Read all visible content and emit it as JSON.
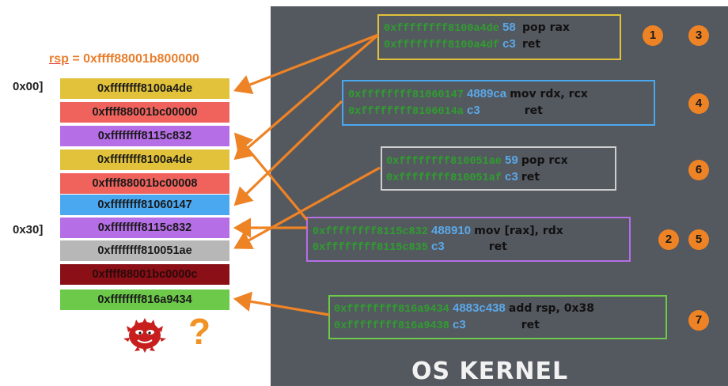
{
  "rsp": {
    "name": "rsp",
    "rest": " = 0xffff88001b800000"
  },
  "offsets": [
    "0x00]",
    "0x30]"
  ],
  "stack": [
    {
      "value": "0xffffffff8100a4de",
      "color": "#e2c23a",
      "text": "#1a1a1a"
    },
    {
      "value": "0xffff88001bc00000",
      "color": "#f0635c",
      "text": "#1a1a1a"
    },
    {
      "value": "0xffffffff8115c832",
      "color": "#b56ee6",
      "text": "#1a1a1a"
    },
    {
      "value": "0xffffffff8100a4de",
      "color": "#e2c23a",
      "text": "#1a1a1a"
    },
    {
      "value": "0xffff88001bc00008",
      "color": "#f0635c",
      "text": "#1a1a1a"
    },
    {
      "value": "0xffffffff81060147",
      "color": "#4aa8f0",
      "text": "#1a1a1a"
    },
    {
      "value": "0xffffffff8115c832",
      "color": "#b56ee6",
      "text": "#1a1a1a"
    },
    {
      "value": "0xffffffff810051ae",
      "color": "#b7b7b7",
      "text": "#1a1a1a"
    },
    {
      "value": "0xffff88001bc0000c",
      "color": "#8a0f17",
      "text": "#2a0a0a"
    },
    {
      "value": "0xffffffff816a9434",
      "color": "#6cc94a",
      "text": "#1a1a1a"
    }
  ],
  "gadgets": [
    {
      "border": "#e2c23a",
      "badges": [
        "1",
        "3"
      ],
      "lines": [
        {
          "addr": "0xffffffff8100a4de",
          "hex": "58",
          "asm": "pop rax"
        },
        {
          "addr": "0xffffffff8100a4df",
          "hex": "c3",
          "asm": "ret"
        }
      ]
    },
    {
      "border": "#4aa8f0",
      "badges": [
        "4"
      ],
      "lines": [
        {
          "addr": "0xffffffff81060147",
          "hex": "4889ca",
          "asm": "mov rdx, rcx"
        },
        {
          "addr": "0xffffffff8106014a",
          "hex": "c3",
          "asm": "ret"
        }
      ]
    },
    {
      "border": "#cfcfcf",
      "badges": [
        "6"
      ],
      "lines": [
        {
          "addr": "0xffffffff810051ae",
          "hex": "59",
          "asm": "pop rcx"
        },
        {
          "addr": "0xffffffff810051af",
          "hex": "c3",
          "asm": "ret"
        }
      ]
    },
    {
      "border": "#b56ee6",
      "badges": [
        "2",
        "5"
      ],
      "lines": [
        {
          "addr": "0xffffffff8115c832",
          "hex": "488910",
          "asm": "mov [rax], rdx"
        },
        {
          "addr": "0xffffffff8115c835",
          "hex": "c3",
          "asm": "ret"
        }
      ]
    },
    {
      "border": "#6cc94a",
      "badges": [
        "7"
      ],
      "lines": [
        {
          "addr": "0xffffffff816a9434",
          "hex": "4883c438",
          "asm": "add rsp, 0x38"
        },
        {
          "addr": "0xffffffff816a9438",
          "hex": "c3",
          "asm": "ret"
        }
      ]
    }
  ],
  "kernel_label": "OS KERNEL",
  "question": "?",
  "colors": {
    "arrow": "#ee8325",
    "kernel_bg": "#54585f",
    "badge": "#ee8325"
  }
}
